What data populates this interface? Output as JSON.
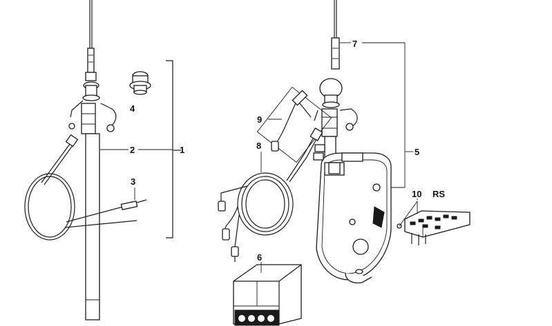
{
  "labels": {
    "p1": "1",
    "p2": "2",
    "p3": "3",
    "p4": "4",
    "p5": "5",
    "p6": "6",
    "p7": "7",
    "p8": "8",
    "p9": "9",
    "p10": "10",
    "rs": "RS"
  },
  "colors": {
    "line": "#1a1a1a",
    "background": "#ffffff"
  }
}
